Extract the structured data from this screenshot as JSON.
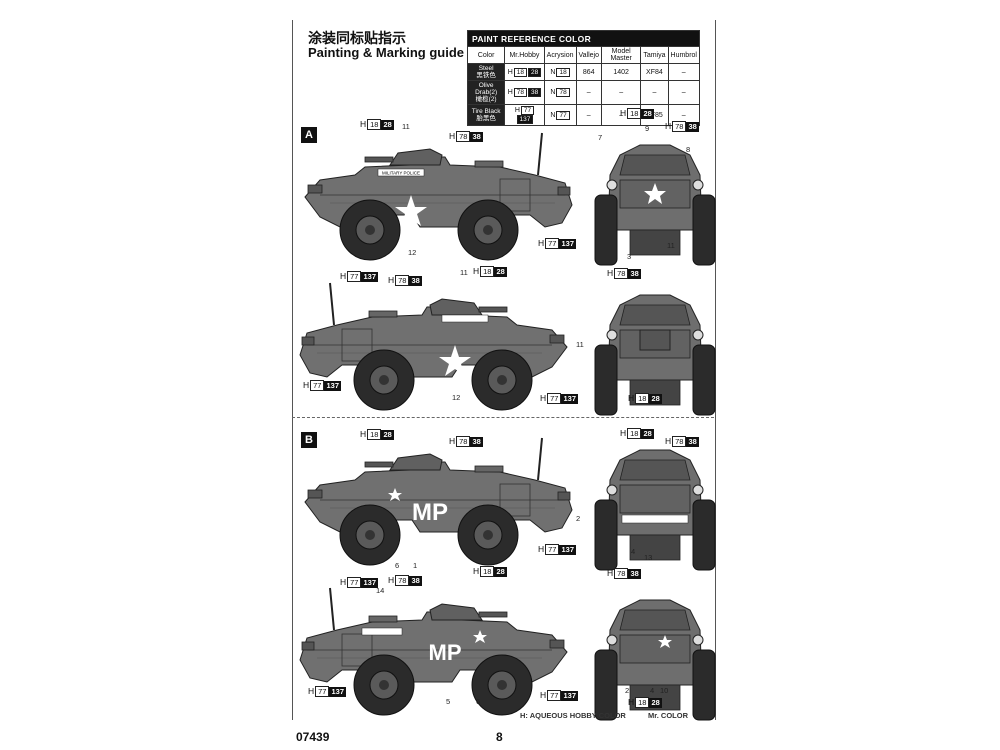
{
  "title_cn": "涂装同标贴指示",
  "title_en": "Painting & Marking guide",
  "paint_table": {
    "header": "PAINT REFERENCE COLOR",
    "columns": [
      "Color",
      "Mr.Hobby",
      "Acrysion",
      "Vallejo",
      "Model Master",
      "Tamiya",
      "Humbrol"
    ],
    "rows": [
      {
        "color": "Steel",
        "color_cn": "黑铁色",
        "h": "18",
        "hb": "28",
        "n": "18",
        "vallejo": "864",
        "mm": "1402",
        "tamiya": "XF84",
        "humbrol": "–"
      },
      {
        "color": "Olive Drab(2)",
        "color_cn": "橄榄(2)",
        "h": "78",
        "hb": "38",
        "n": "78",
        "vallejo": "–",
        "mm": "–",
        "tamiya": "–",
        "humbrol": "–"
      },
      {
        "color": "Tire Black",
        "color_cn": "胎黑色",
        "h": "77",
        "hb": "137",
        "n": "77",
        "vallejo": "–",
        "mm": "–",
        "tamiya": "XF85",
        "humbrol": "–"
      }
    ]
  },
  "sections": {
    "a": "A",
    "b": "B"
  },
  "chips": {
    "steel": {
      "h": "H",
      "w": "18",
      "b": "28"
    },
    "olive": {
      "h": "H",
      "w": "78",
      "b": "38"
    },
    "tire": {
      "h": "H",
      "w": "77",
      "b": "137"
    }
  },
  "callouts": {
    "n1": "1",
    "n2": "2",
    "n3": "3",
    "n4": "4",
    "n5": "5",
    "n6": "6",
    "n7": "7",
    "n8": "8",
    "n9": "9",
    "n10": "10",
    "n11": "11",
    "n12": "12",
    "n13": "13",
    "n14": "14"
  },
  "markings": {
    "mp": "MP",
    "military_police": "MILITARY POLICE"
  },
  "legend": {
    "aqueous": "H: AQUEOUS HOBBY COLOR",
    "mr_color": "Mr. COLOR"
  },
  "footer": {
    "kit_number": "07439",
    "page": "8"
  },
  "colors": {
    "vehicle": "#6e6e6e",
    "vehicle_dark": "#4a4a4a",
    "tire": "#2b2b2b"
  }
}
